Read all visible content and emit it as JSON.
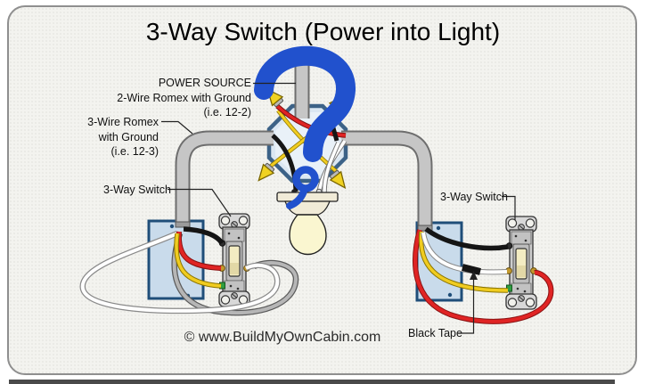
{
  "title": "3-Way Switch (Power into Light)",
  "annotations": {
    "power_source": {
      "line1": "POWER SOURCE",
      "line2": "2-Wire Romex with Ground",
      "line3": "(i.e. 12-2)"
    },
    "romex_3wire": {
      "line1": "3-Wire Romex",
      "line2": "with Ground",
      "line3": "(i.e. 12-3)"
    },
    "switch_left_label": "3-Way Switch",
    "switch_right_label": "3-Way Switch",
    "black_tape_label": "Black Tape",
    "copyright": "© www.BuildMyOwnCabin.com"
  },
  "components": {
    "junction_box": "octagon-ceiling-box",
    "light": "bare-bulb-lamp-holder",
    "switches": [
      "3-way-switch-left",
      "3-way-switch-right"
    ],
    "boxes": [
      "blue-switch-box-left",
      "blue-switch-box-right"
    ],
    "cables": [
      "power-source-2-wire-romex",
      "3-wire-romex-left",
      "3-wire-romex-right"
    ],
    "wire_nuts": 4,
    "overlay": "blue-question-mark"
  },
  "colors": {
    "question_mark": "#2151cd",
    "wire_red": "#e02424",
    "wire_black": "#151515",
    "wire_yellow": "#f0cc20",
    "wire_white": "#ffffff",
    "wire_ground_gray": "#b6b6b6",
    "conduit_gray": "#c6c6c6",
    "box_fill": "#c9dbeb",
    "box_border": "#1f4e79",
    "octagon_fill": "#dbe7f2",
    "bulb_fill": "#faf6d0",
    "panel_bg": "#f3f3ef"
  }
}
